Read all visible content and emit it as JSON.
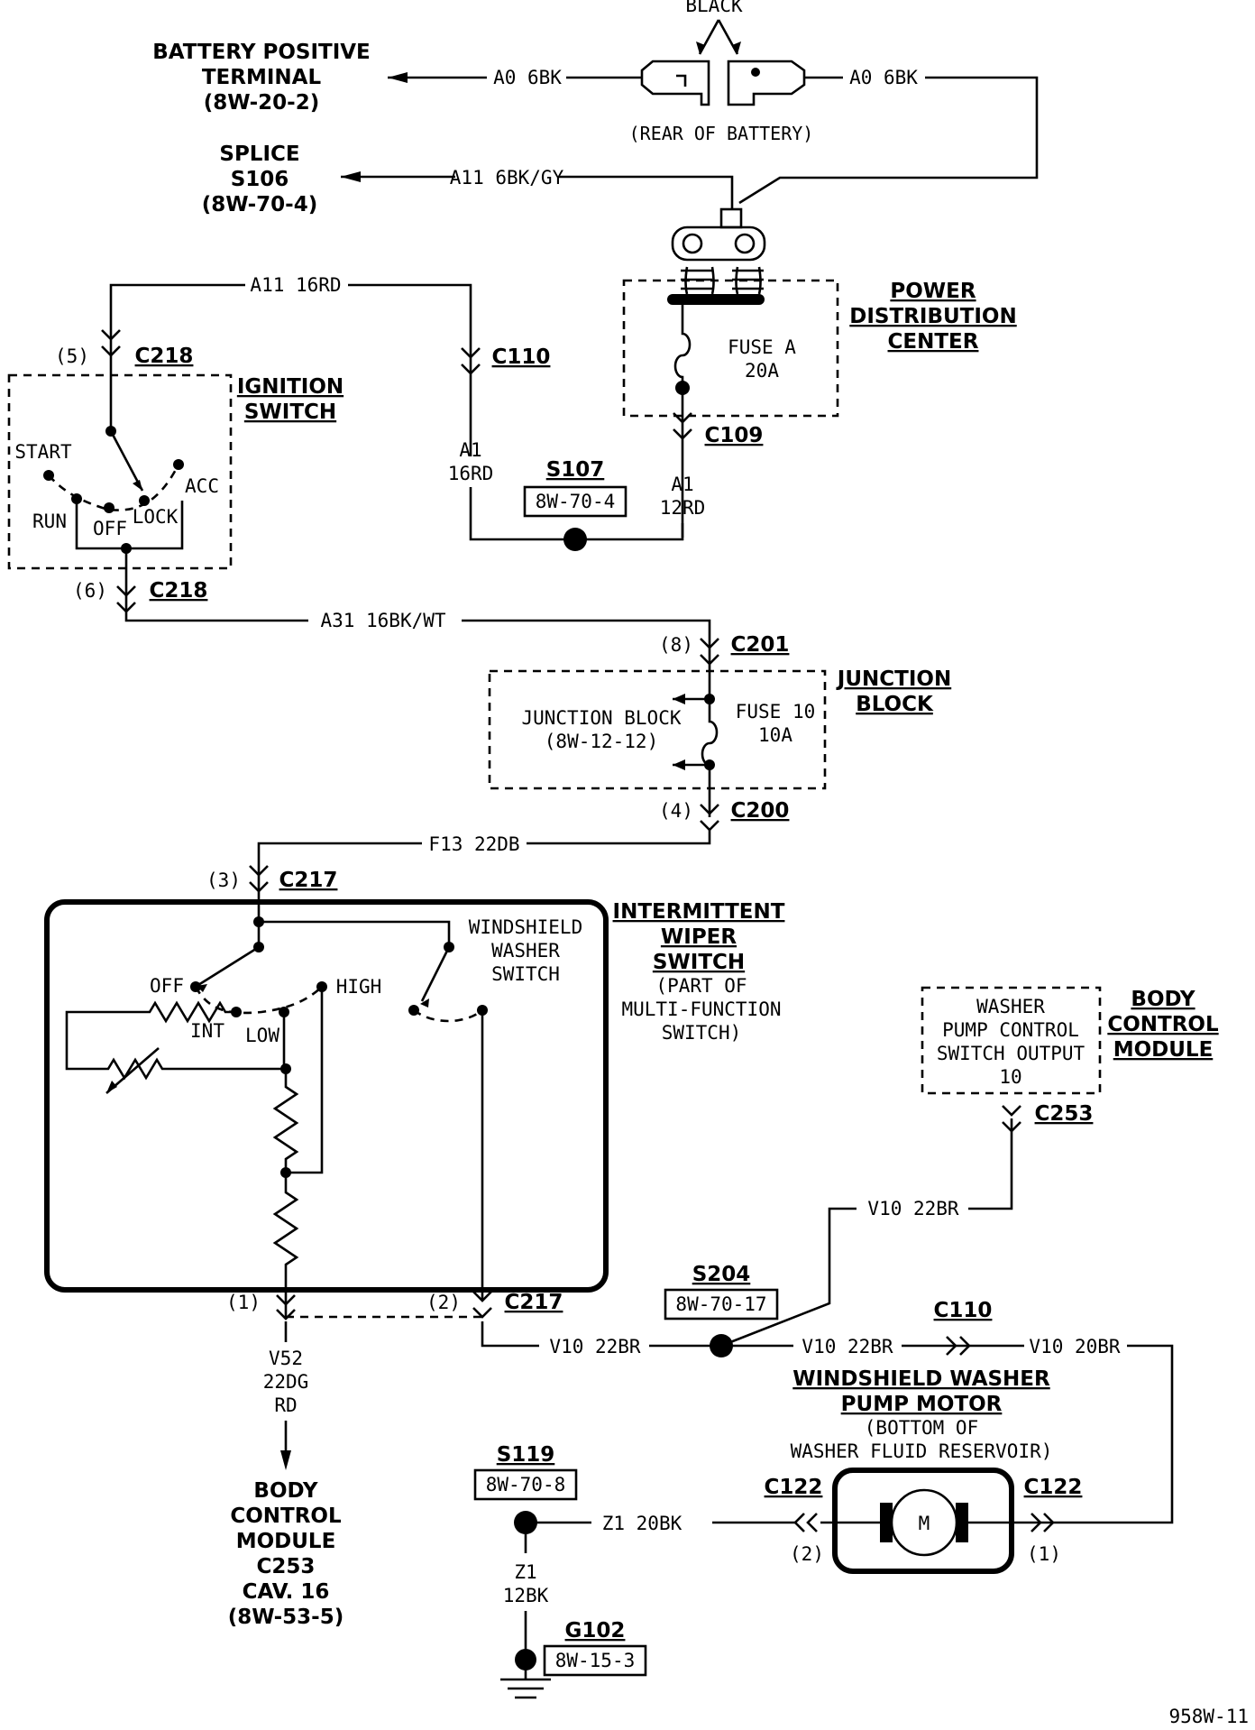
{
  "battery": {
    "terminal": [
      "BATTERY POSITIVE",
      "TERMINAL",
      "(8W-20-2)"
    ],
    "color": "BLACK",
    "rear": "(REAR OF BATTERY)",
    "wire_left": "A0 6BK",
    "wire_right": "A0 6BK"
  },
  "splice_s106": {
    "title": [
      "SPLICE",
      "S106",
      "(8W-70-4)"
    ],
    "wire": "A11 6BK/GY"
  },
  "pdc": {
    "title": [
      "POWER",
      "DISTRIBUTION",
      "CENTER"
    ],
    "fuse": [
      "FUSE A",
      "20A"
    ],
    "connector": "C109",
    "wire": [
      "A1",
      "12RD"
    ]
  },
  "ignition": {
    "title": [
      "IGNITION",
      "SWITCH"
    ],
    "top_wire": "A11 16RD",
    "conn_top_pin": "(5)",
    "conn_top": "C218",
    "conn_bottom_pin": "(6)",
    "conn_bottom": "C218",
    "positions": {
      "start": "START",
      "run": "RUN",
      "off": "OFF",
      "lock": "LOCK",
      "acc": "ACC"
    }
  },
  "c110_top": {
    "connector": "C110",
    "wire": [
      "A1",
      "16RD"
    ]
  },
  "s107": {
    "title": "S107",
    "ref": "8W-70-4"
  },
  "junction": {
    "wire_in": "A31 16BK/WT",
    "conn_in_pin": "(8)",
    "conn_in": "C201",
    "title": [
      "JUNCTION",
      "BLOCK"
    ],
    "inner": [
      "JUNCTION BLOCK",
      "(8W-12-12)"
    ],
    "fuse": [
      "FUSE 10",
      "10A"
    ],
    "conn_out_pin": "(4)",
    "conn_out": "C200",
    "wire_out": "F13 22DB"
  },
  "wiper_switch": {
    "title": [
      "INTERMITTENT",
      "WIPER",
      "SWITCH"
    ],
    "subtitle": [
      "(PART OF",
      "MULTI-FUNCTION",
      "SWITCH)"
    ],
    "conn_top_pin": "(3)",
    "conn_top": "C217",
    "washer": [
      "WINDSHIELD",
      "WASHER",
      "SWITCH"
    ],
    "positions": {
      "off": "OFF",
      "high": "HIGH",
      "int": "INT",
      "low": "LOW"
    },
    "pin1": "(1)",
    "pin2": "(2)",
    "conn_bottom": "C217"
  },
  "bcm_out": {
    "wire": [
      "V52",
      "22DG",
      "RD"
    ],
    "label": [
      "BODY",
      "CONTROL",
      "MODULE",
      "C253",
      "CAV. 16",
      "(8W-53-5)"
    ]
  },
  "bcm": {
    "title": [
      "BODY",
      "CONTROL",
      "MODULE"
    ],
    "inner": [
      "WASHER",
      "PUMP CONTROL",
      "SWITCH OUTPUT",
      "10"
    ],
    "connector": "C253",
    "wire": "V10 22BR"
  },
  "s204": {
    "title": "S204",
    "ref": "8W-70-17",
    "wire_left": "V10 22BR",
    "wire_right": "V10 22BR"
  },
  "c110_bottom": {
    "connector": "C110",
    "wire": "V10 20BR"
  },
  "pump": {
    "title": [
      "WINDSHIELD WASHER",
      "PUMP MOTOR"
    ],
    "subtitle": [
      "(BOTTOM OF",
      "WASHER FLUID RESERVOIR)"
    ],
    "motor": "M",
    "conn_left": "C122",
    "conn_left_pin": "(2)",
    "conn_right": "C122",
    "conn_right_pin": "(1)"
  },
  "s119": {
    "title": "S119",
    "ref": "8W-70-8",
    "wire": "Z1 20BK",
    "wire_down": [
      "Z1",
      "12BK"
    ]
  },
  "g102": {
    "title": "G102",
    "ref": "8W-15-3"
  },
  "figure_id": "958W-11"
}
